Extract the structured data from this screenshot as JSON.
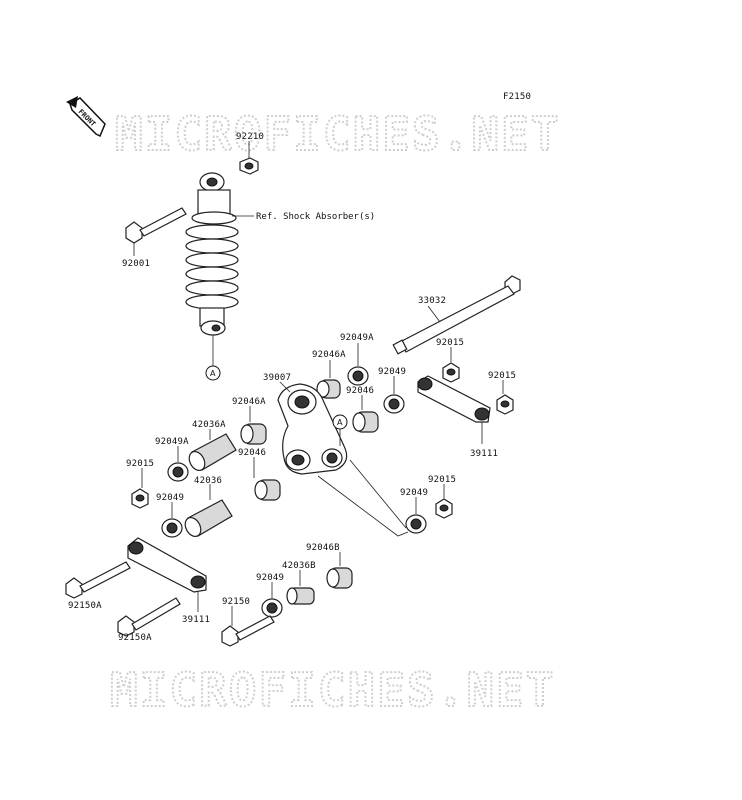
{
  "figure_code": "F2150",
  "front_indicator": "FRONT",
  "watermark": "MICROFICHES.NET",
  "reference_note": "Ref. Shock Absorber(s)",
  "reference_marker": "A",
  "parts": {
    "nut_top": "92210",
    "bolt_top": "92001",
    "shaft": "33032",
    "rocker_arm": "39007",
    "tie_rod_right": "39111",
    "tie_rod_left": "39111",
    "collar_a": "42036A",
    "collar": "42036",
    "collar_b": "42036B",
    "bearing_a_upper": "92046A",
    "bearing_a_mid": "92046A",
    "bearing_upper_right": "92046",
    "bearing_mid": "92046",
    "bearing_b": "92046B",
    "seal_a_upper": "92049A",
    "seal_a_left": "92049A",
    "seal_right": "92049",
    "seal_left": "92049",
    "seal_lower_right": "92049",
    "seal_bottom": "92049",
    "nut_upper_right": "92015",
    "nut_far_right": "92015",
    "nut_left": "92015",
    "nut_lower_right": "92015",
    "bolt_left_a": "92150A",
    "bolt_left_a2": "92150A",
    "bolt_bottom": "92150"
  }
}
